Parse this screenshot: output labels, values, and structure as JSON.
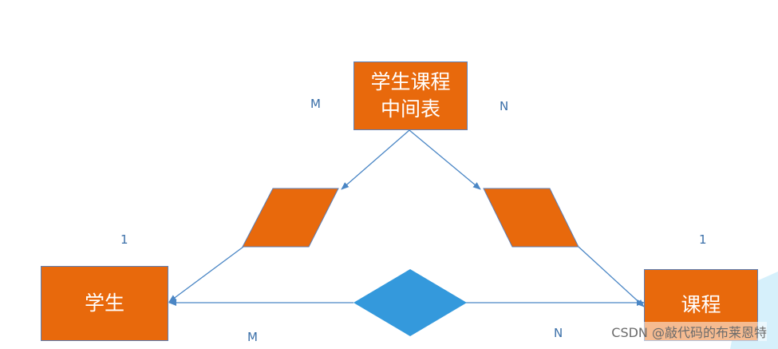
{
  "entities": {
    "junction": "学生课程\n中间表",
    "student": "学生",
    "course": "课程"
  },
  "cardinalities": {
    "junction_to_student": "M",
    "junction_to_course": "N",
    "student_one": "1",
    "course_one": "1",
    "student_many": "M",
    "course_many": "N"
  },
  "watermark": "CSDN @敲代码的布莱恩特",
  "colors": {
    "entity_fill": "#e8690c",
    "relationship_diamond": "#3499dc",
    "connector": "#4a86c5",
    "label": "#3a6fa8",
    "accent_stripe": "#d6f0fb"
  }
}
